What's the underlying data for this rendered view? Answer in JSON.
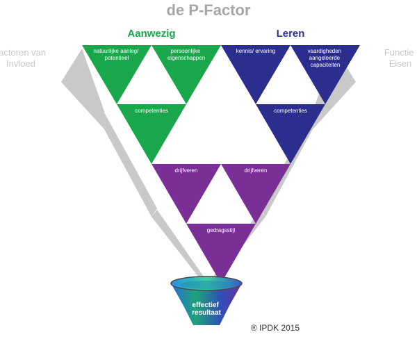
{
  "title": "de P-Factor",
  "header_left": "Aanwezig",
  "header_right": "Leren",
  "side_left": [
    "Factoren van",
    "Invloed"
  ],
  "side_right": [
    "Functie",
    "Eisen"
  ],
  "triangles": {
    "green_left": [
      "natuurlijke aanleg/",
      "potentieel"
    ],
    "green_right": [
      "persoonlijke",
      "eigenschappen"
    ],
    "green_bottom": [
      "competenties"
    ],
    "blue_left": [
      "kennis/ ervaring"
    ],
    "blue_right": [
      "vaardigheden",
      "aangeleerde",
      "capaciteiten"
    ],
    "blue_bottom": [
      "competenties"
    ],
    "purple_left": [
      "drijfveren"
    ],
    "purple_right": [
      "drijfveren"
    ],
    "purple_bottom": [
      "gedragsstijl"
    ]
  },
  "funnel_label": [
    "effectief",
    "resultaat"
  ],
  "copyright": "® IPDK 2015",
  "colors": {
    "green": "#1aa64a",
    "blue": "#2b2e8c",
    "purple": "#7a2f97",
    "gray_band": "#c9c9c9",
    "title": "#a6a6a6"
  }
}
